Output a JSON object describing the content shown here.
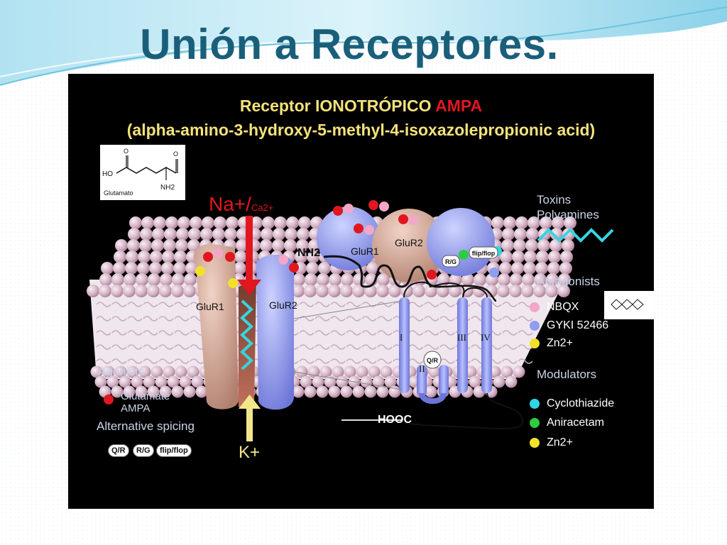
{
  "slide": {
    "title": "Unión a Receptores."
  },
  "figure": {
    "title_line1_part1": "Receptor IONOTRÓPICO ",
    "title_line1_part2": "AMPA",
    "title_line2": "(alpha-amino-3-hydroxy-5-methyl-4-isoxazolepropionic acid)",
    "glutamate_box": {
      "label": "Glutamato",
      "ho": "HO",
      "nh2": "NH2"
    },
    "ion_in": {
      "main": "Na+/",
      "sub": "Ca2+"
    },
    "ion_out": "K+",
    "subunits": [
      "GluR1",
      "GluR2",
      "GluR1",
      "GluR2"
    ],
    "nh2": "NH2",
    "hooc": "HOOC",
    "domains": [
      "I",
      "II",
      "III",
      "IV"
    ],
    "site_labels": {
      "qr": "Q/R",
      "rg": "R/G",
      "flipflop": "flip/flop"
    },
    "legend_right": {
      "toxins": "Toxins",
      "polyamines": "Polyamines",
      "antagonists_header": "Antagonists",
      "antagonists": [
        {
          "name": "NBQX",
          "color": "#f2a7c8"
        },
        {
          "name": "GYKI 52466",
          "color": "#8f9df0"
        },
        {
          "name": "Zn2+",
          "color": "#f2e12a"
        }
      ],
      "modulators_header": "Modulators",
      "modulators": [
        {
          "name": "Cyclothiazide",
          "color": "#2fd6e6"
        },
        {
          "name": "Aniracetam",
          "color": "#2ecc40"
        },
        {
          "name": "Zn2+",
          "color": "#f2e12a"
        }
      ]
    },
    "legend_left": {
      "agonists_header": "Agonists",
      "agonist_line1": "Glutamate",
      "agonist_line2": "AMPA",
      "agonist_color": "#e0171f",
      "splicing_header": "Alternative spicing",
      "splicing_tags": [
        "Q/R",
        "R/G",
        "flip/flop"
      ]
    }
  }
}
